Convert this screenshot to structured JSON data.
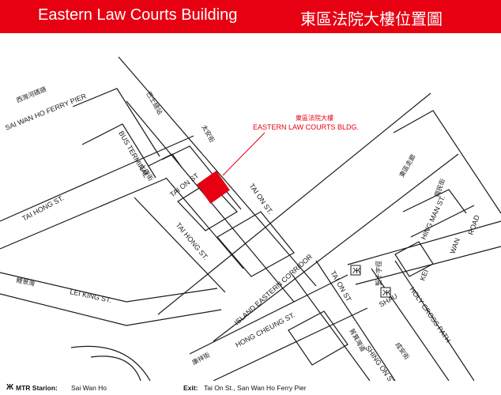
{
  "header": {
    "title_en": "Eastern Law Courts Building",
    "title_zh": "東區法院大樓位置圖"
  },
  "map": {
    "target": {
      "label_zh": "東區法院大樓",
      "label_en": "EASTERN LAW COURTS BLDG."
    },
    "streets": {
      "sai_wan_ho_pier_zh": "西灣河碼頭",
      "sai_wan_ho_pier_en": "SAI WAN HO FERRY PIER",
      "bus_terminal_zh": "巴士總站",
      "bus_terminal_en": "BUS TERMINAL",
      "tai_on_st_zh_upper": "太安街",
      "tai_on_st_1": "TAI ON ST",
      "tai_on_st_2": "TAI ON ST.",
      "tai_on_st_3": "TAI ON ST",
      "tai_hong_st_zh": "太康街",
      "tai_hong_st_1": "TAI HONG ST.",
      "tai_hong_st_2": "TAI HONG ST.",
      "lei_king_st_zh": "鯉景灣",
      "lei_king_st_en": "LEI KING ST.",
      "island_eastern_corridor": "ISLAND  EASTERN  CORRIDOR",
      "hong_cheung_st_en": "HONG CHEUNG ST.",
      "hong_cheung_st_zh": "康祥街",
      "kei_wan_zh": "筲箕灣道",
      "shau_kei_wan_road_1": "SHAU",
      "shau_kei_wan_road_2": "KEI",
      "shau_kei_wan_road_3": "WAN",
      "shau_kei_wan_road_4": "ROAD",
      "hing_man_st_zh": "興民街",
      "hing_man_st_en": "HING MAN ST.",
      "holy_cross_path_zh": "聖十字徑",
      "holy_cross_path_en": "HOLY CROSS PATH",
      "shing_on_st_en": "SHING ON ST.",
      "shing_on_st_zh": "成安街",
      "east_corridor_zh": "東區走廊"
    },
    "icons": [
      "mtr-exit-icon",
      "mtr-exit-icon"
    ]
  },
  "footer": {
    "mtr_icon": "Ж",
    "mtr_label": "MTR Starion:",
    "mtr_value": "Sai Wan Ho",
    "exit_label": "Exit:",
    "exit_value": "Tai On St., San Wan Ho Ferry Pier"
  },
  "colors": {
    "accent": "#e60012",
    "road_line": "#1a1a1a"
  }
}
